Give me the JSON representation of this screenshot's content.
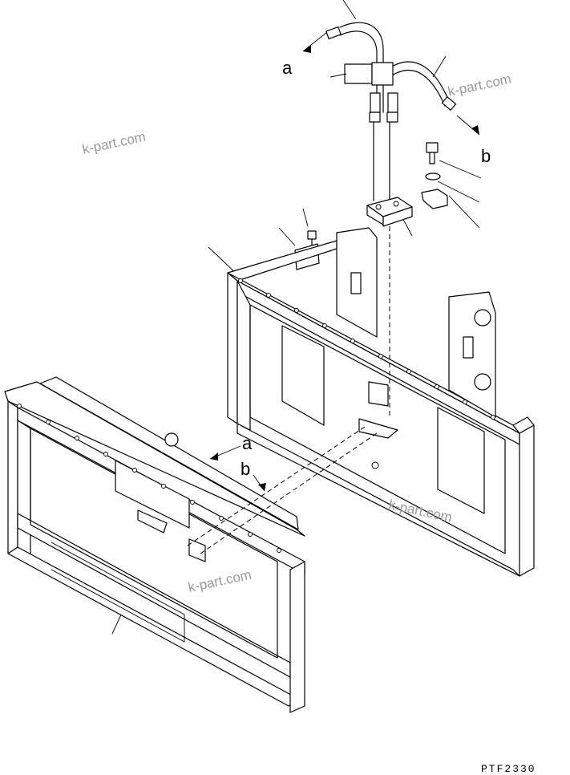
{
  "callouts": {
    "a_top": "a",
    "b_top": "b",
    "a_lower": "a",
    "b_lower": "b"
  },
  "watermarks": [
    "k-part.com",
    "k-part.com",
    "k-part.com",
    "k-part.com"
  ],
  "drawing_code": "PTF2330"
}
